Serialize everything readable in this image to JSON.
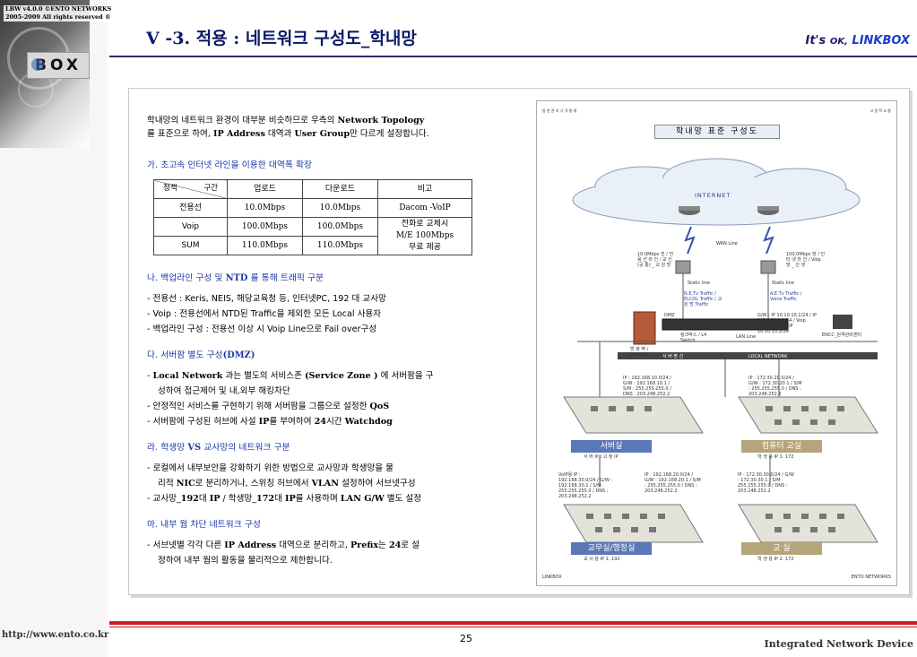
{
  "corner": {
    "line1": "LBW v4.0.0  ©ENTO NETWORKS",
    "line2": "2005-2009 All rights reserved ®"
  },
  "logo": {
    "text": "BOX"
  },
  "header": {
    "title": "V -3.  적용 : 네트워크 구성도_학내망",
    "brand_its": "It's",
    "brand_ok": "OK,",
    "brand_link": "LINKBOX"
  },
  "intro": {
    "p1": "학내망의 네트워크 환경이 대부분 비슷하므로 우측의 ",
    "b1": "Network Topology",
    "p2": "를 표준으로 하여, ",
    "b2": "IP Address",
    "p3": " 대역과 ",
    "b3": "User Group",
    "p4": "만 다르게 설정합니다."
  },
  "section_a": {
    "heading": "가.  초고속 인터넷 라인을 이용한 대역폭 확장",
    "table": {
      "diag_left": "정책",
      "diag_right": "구간",
      "headers": [
        "업로드",
        "다운로드",
        "비고"
      ],
      "rows": [
        {
          "name": "전용선",
          "up": "10.0Mbps",
          "down": "10.0Mbps"
        },
        {
          "name": "Voip",
          "up": "100.0Mbps",
          "down": "100.0Mbps"
        },
        {
          "name": "SUM",
          "up": "110.0Mbps",
          "down": "110.0Mbps"
        }
      ],
      "note_1": "Dacom -VoIP",
      "note_2": "전화로 교체시",
      "note_3": "M/E 100Mbps",
      "note_4": "무료 제공"
    }
  },
  "section_b": {
    "heading_pre": "나.  백업라인 구성 및 ",
    "heading_b": "NTD",
    "heading_post": " 를 통해 트래픽 구분",
    "items": [
      "-   전용선 : Keris, NEIS, 해당교육청 등, 인터넷PC, 192 대 교사망",
      "-   Voip :   전용선에서 NTD된 Traffic을 제외한 모든 Local 사용자",
      "-   백업라인 구성 : 전용선 이상 시 Voip  Line으로 Fail over구성"
    ]
  },
  "section_c": {
    "heading_pre": "다.  서버팜 별도 구성",
    "heading_b": "(DMZ)",
    "l1_b1": "Local Network",
    "l1_t1": " 과는 별도의 서비스존 ",
    "l1_b2": "(Service Zone )",
    "l1_t2": " 에 서버팜을 구",
    "l1_cont": "성하여 접근제어 및 내,외부 해킹차단",
    "l2_t": "안정적인 서비스를 구현하기 위해  서버팜을 그룹으로 설정한 ",
    "l2_b": "QoS",
    "l3_t1": "서버팜에 구성된 허브에 사설 ",
    "l3_b1": "IP",
    "l3_t2": "를 부여하여 ",
    "l3_b2": "24",
    "l3_t3": "시간 ",
    "l3_b3": "Watchdog"
  },
  "section_d": {
    "heading_pre": "라.  학생망 ",
    "heading_b": "VS",
    "heading_post": " 교사망의 네트워크 구분",
    "l1_t1": "로컬에서 내부보안을 강화하기 위한 방법으로 교사망과 학생망을 물",
    "l1_cont_t1": "리적 ",
    "l1_cont_b1": "NIC",
    "l1_cont_t2": "로 분리하거나, 스위칭 허브에서 ",
    "l1_cont_b2": "VLAN",
    "l1_cont_t3": " 설정하여 서브넷구성",
    "l2_t1": "교사망_",
    "l2_b1": "192",
    "l2_t2": "대 ",
    "l2_b2": "IP",
    "l2_t3": " / 학생망_",
    "l2_b3": "172",
    "l2_t4": "대 ",
    "l2_b4": "IP",
    "l2_t5": "를 사용하며 ",
    "l2_b5": "LAN G/W",
    "l2_t6": " 별도 설정"
  },
  "section_e": {
    "heading": "마.  내부 웜 차단 네트워크 구성",
    "l1_t1": "서브넷별 각각 다른 ",
    "l1_b1": "IP Address",
    "l1_t2": " 대역으로 분리하고, ",
    "l1_b2": "Prefix",
    "l1_t3": "는 ",
    "l1_b3": "24",
    "l1_t4": "로 설",
    "l1_cont": "정하여 내부 웜의 활동을 물리적으로 제한합니다."
  },
  "diagram": {
    "corner_tl": "통 한 관 리 규 격 통 례",
    "corner_tr": "고 원 학 교 통",
    "title": "학내망 표준 구성도",
    "internet": "INTERNET",
    "wan_line": "WAN Line",
    "left_modem_note": "10.0Mbps 전 / 전 용 선 라 인 / 교 인 (공 통) _ 교 원 망",
    "right_modem_note": "100.0Mbps 망 / 인 터 넷 라 인 / Voip 망 _ 선 생",
    "left_tag": "Static line",
    "right_tag": "Static line",
    "left_qos": "N.E.Tv Traffic / ELCOL Traffic / 교 원 망 Traffic",
    "right_qos": "A.E.Tv Traffic / Voice Traffic",
    "dmz_tag": "DMZ",
    "switch_label": "링크박스 / L4 Switch",
    "lan_line": "LAN Line",
    "gw_info": "G/W : IP 10.10.10.1/24 / IP 192.168.1.1/24 / Voip 210.100.1.1 / IP 10.10.10.2/24",
    "firewall": "방 화 벽 / Firewall",
    "local_network_bar": "LOCAL NETWORK",
    "dmz_bar": "서 버 팜 선",
    "admin_label": "ENCC_원격관리센터",
    "server_ip": "IP : 192.168.10.0/24 / G/W : 192.168.10.1 / S/M : 255.255.255.0 / DNS : 203.248.252.2",
    "lab_ip": "IP : 172.30.20.0/24 / G/W : 172.30.20.1 / S/M : 255.255.255.0 / DNS : 203.248.252.2",
    "server_zone": "서버실",
    "server_zone_sub": "서 버 IP / 고 정 IP",
    "lab_zone": "컴퓨터 교실",
    "lab_zone_sub": "학 생 용 IP 1. 172",
    "voip_ip": "VoIP용 IP : 192.168.30.0/24 / G/W : 192.168.30.1 / S/M : 255.255.255.0 / DNS : 203.248.252.2",
    "teacher_ip": "IP : 192.168.20.0/24 / G/W : 192.168.20.1 / S/M : 255.255.255.0 / DNS : 203.248.252.2",
    "class_ip": "IP : 172.30.30.0/24 / G/W : 172.30.30.1 / S/M : 255.255.255.0 / DNS : 203.248.252.2",
    "teacher_zone": "교무실/행정실",
    "teacher_zone_sub": "교 사 용 IP 1. 192",
    "class_zone": "교 실",
    "class_zone_sub": "학 생 용 IP 2. 172",
    "footer_left": "LINKBOX",
    "footer_right": "ENTO NETWORKS"
  },
  "footer": {
    "url": "http://www.ento.co.kr",
    "page": "25",
    "product": "Integrated Network Device"
  }
}
